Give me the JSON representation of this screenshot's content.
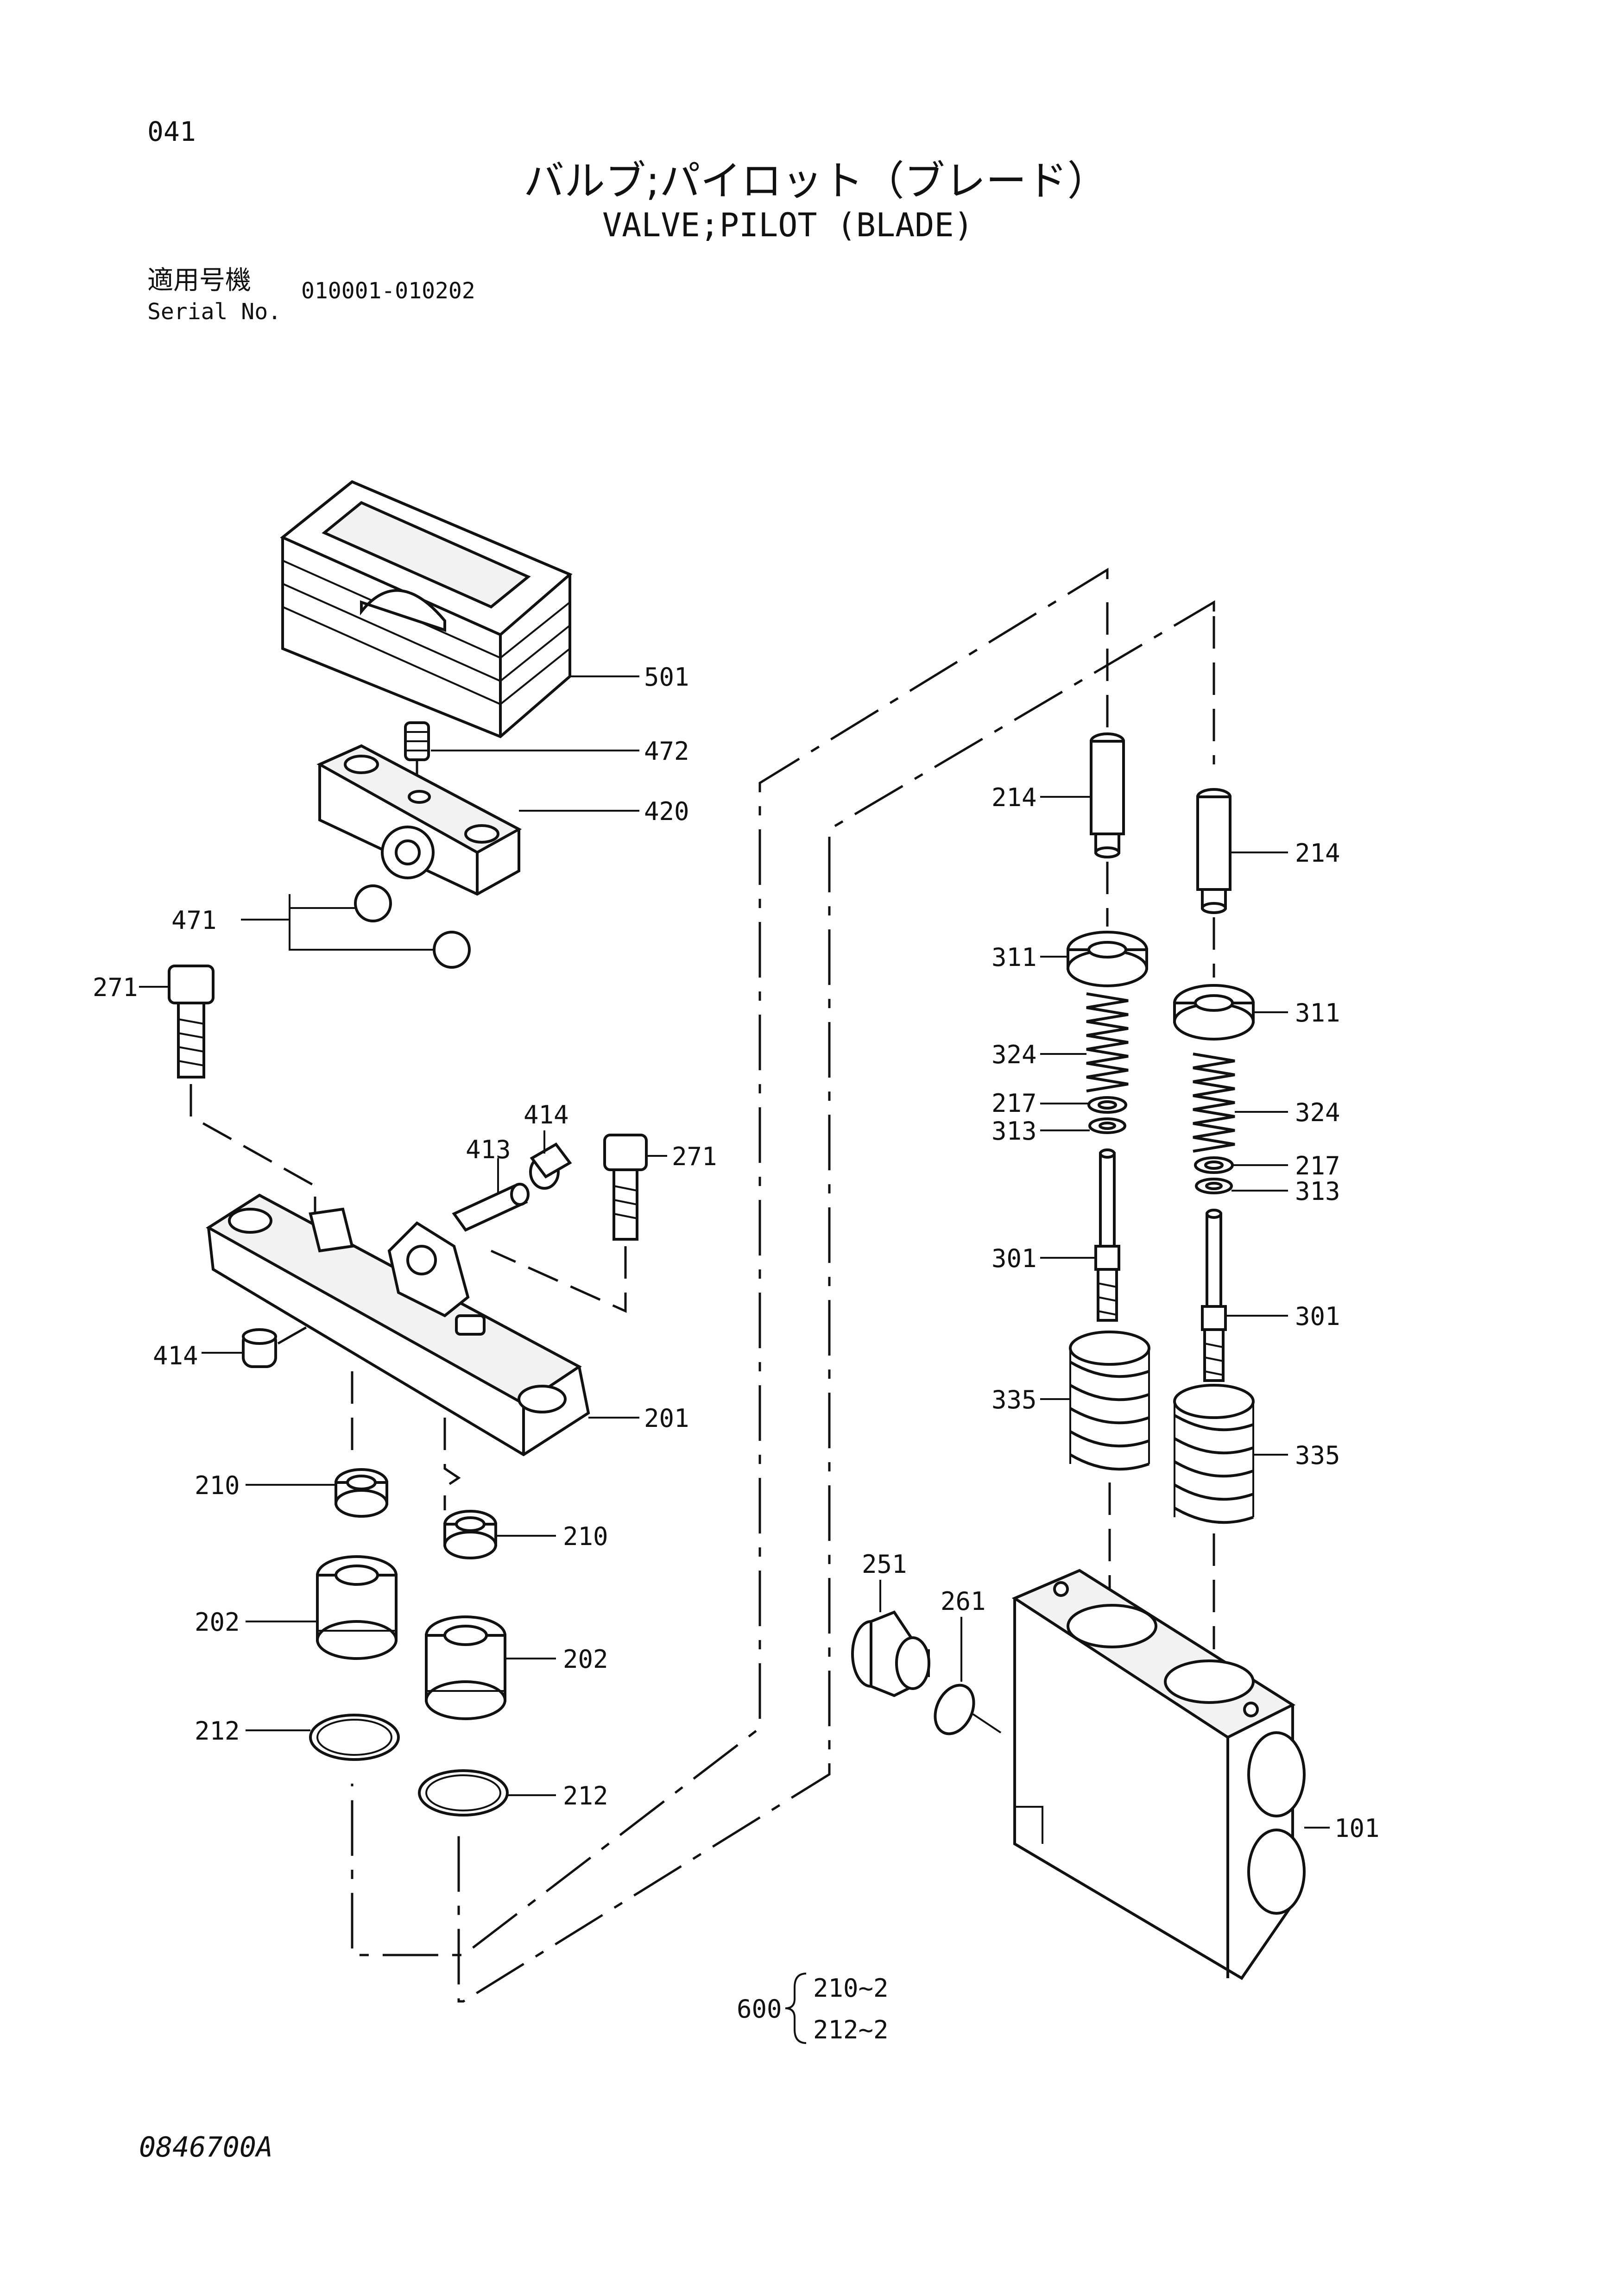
{
  "header": {
    "page_number": "041",
    "title_jp": "バルブ;パイロット（ブレード）",
    "title_en": "VALVE;PILOT (BLADE)",
    "serial_label_jp": "適用号機",
    "serial_label_en": "Serial No.",
    "serial_range": "010001-010202"
  },
  "callouts": {
    "c501": "501",
    "c472": "472",
    "c420": "420",
    "c471": "471",
    "c271a": "271",
    "c414a": "414",
    "c413": "413",
    "c271b": "271",
    "c414b": "414",
    "c201": "201",
    "c210a": "210",
    "c210b": "210",
    "c202a": "202",
    "c202b": "202",
    "c212a": "212",
    "c212b": "212",
    "c214a": "214",
    "c214b": "214",
    "c311a": "311",
    "c311b": "311",
    "c324a": "324",
    "c324b": "324",
    "c217a": "217",
    "c217b": "217",
    "c313a": "313",
    "c313b": "313",
    "c301a": "301",
    "c301b": "301",
    "c335a": "335",
    "c335b": "335",
    "c251": "251",
    "c261": "261",
    "c101": "101"
  },
  "kit": {
    "number": "600",
    "items": [
      "210~2",
      "212~2"
    ]
  },
  "footer": {
    "drawing_code": "0846700A"
  }
}
